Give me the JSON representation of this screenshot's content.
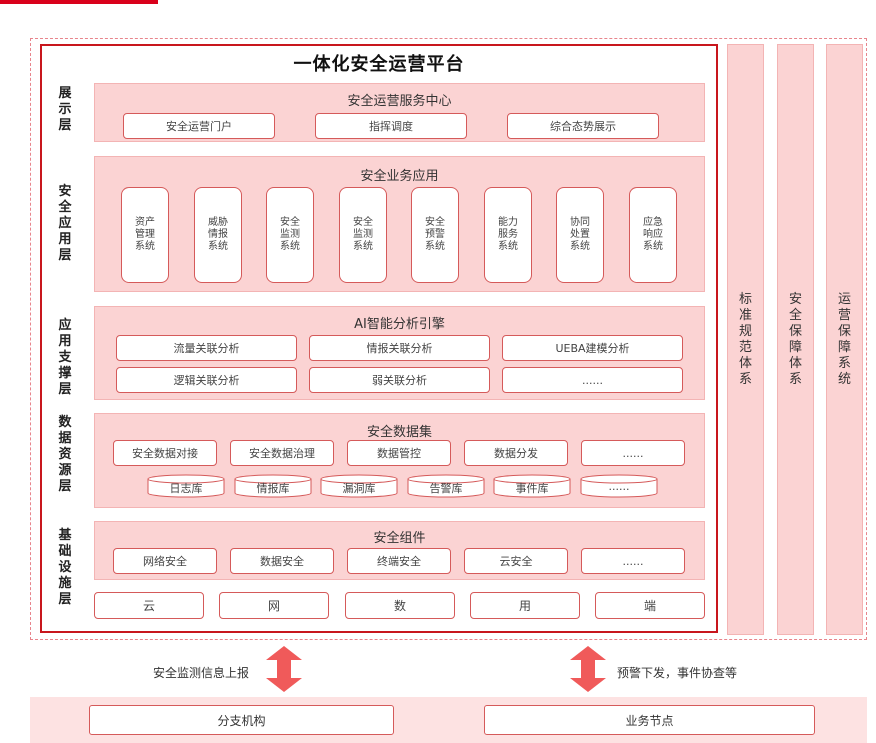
{
  "title": "一体化安全运营平台",
  "layers": {
    "display": "展示层",
    "security_app": "安全应用层",
    "app_support": "应用支撑层",
    "data_resource": "数据资源层",
    "infrastructure": "基础设施层"
  },
  "display_panel": {
    "title": "安全运营服务中心",
    "items": [
      "安全运营门户",
      "指挥调度",
      "综合态势展示"
    ]
  },
  "app_panel": {
    "title": "安全业务应用",
    "items": [
      "资产管理系统",
      "威胁情报系统",
      "安全监测系统",
      "安全监测系统",
      "安全预警系统",
      "能力服务系统",
      "协同处置系统",
      "应急响应系统"
    ]
  },
  "ai_panel": {
    "title": "AI智能分析引擎",
    "items": [
      "流量关联分析",
      "情报关联分析",
      "UEBA建模分析",
      "逻辑关联分析",
      "弱关联分析",
      "......"
    ]
  },
  "data_panel": {
    "title": "安全数据集",
    "items": [
      "安全数据对接",
      "安全数据治理",
      "数据管控",
      "数据分发",
      "......"
    ],
    "stores": [
      "日志库",
      "情报库",
      "漏洞库",
      "告警库",
      "事件库",
      "......"
    ]
  },
  "component_panel": {
    "title": "安全组件",
    "items": [
      "网络安全",
      "数据安全",
      "终端安全",
      "云安全",
      "......"
    ]
  },
  "base": [
    "云",
    "网",
    "数",
    "用",
    "端"
  ],
  "side": [
    "标准规范体系",
    "安全保障体系",
    "运营保障系统"
  ],
  "arrows": {
    "left_label": "安全监测信息上报",
    "right_label": "预警下发，事件协查等"
  },
  "bottom": [
    "分支机构",
    "业务节点"
  ],
  "colors": {
    "accent": "#d9001b",
    "border": "#c8161d",
    "panel": "#fbd3d3",
    "arrow": "#f05a5a"
  }
}
